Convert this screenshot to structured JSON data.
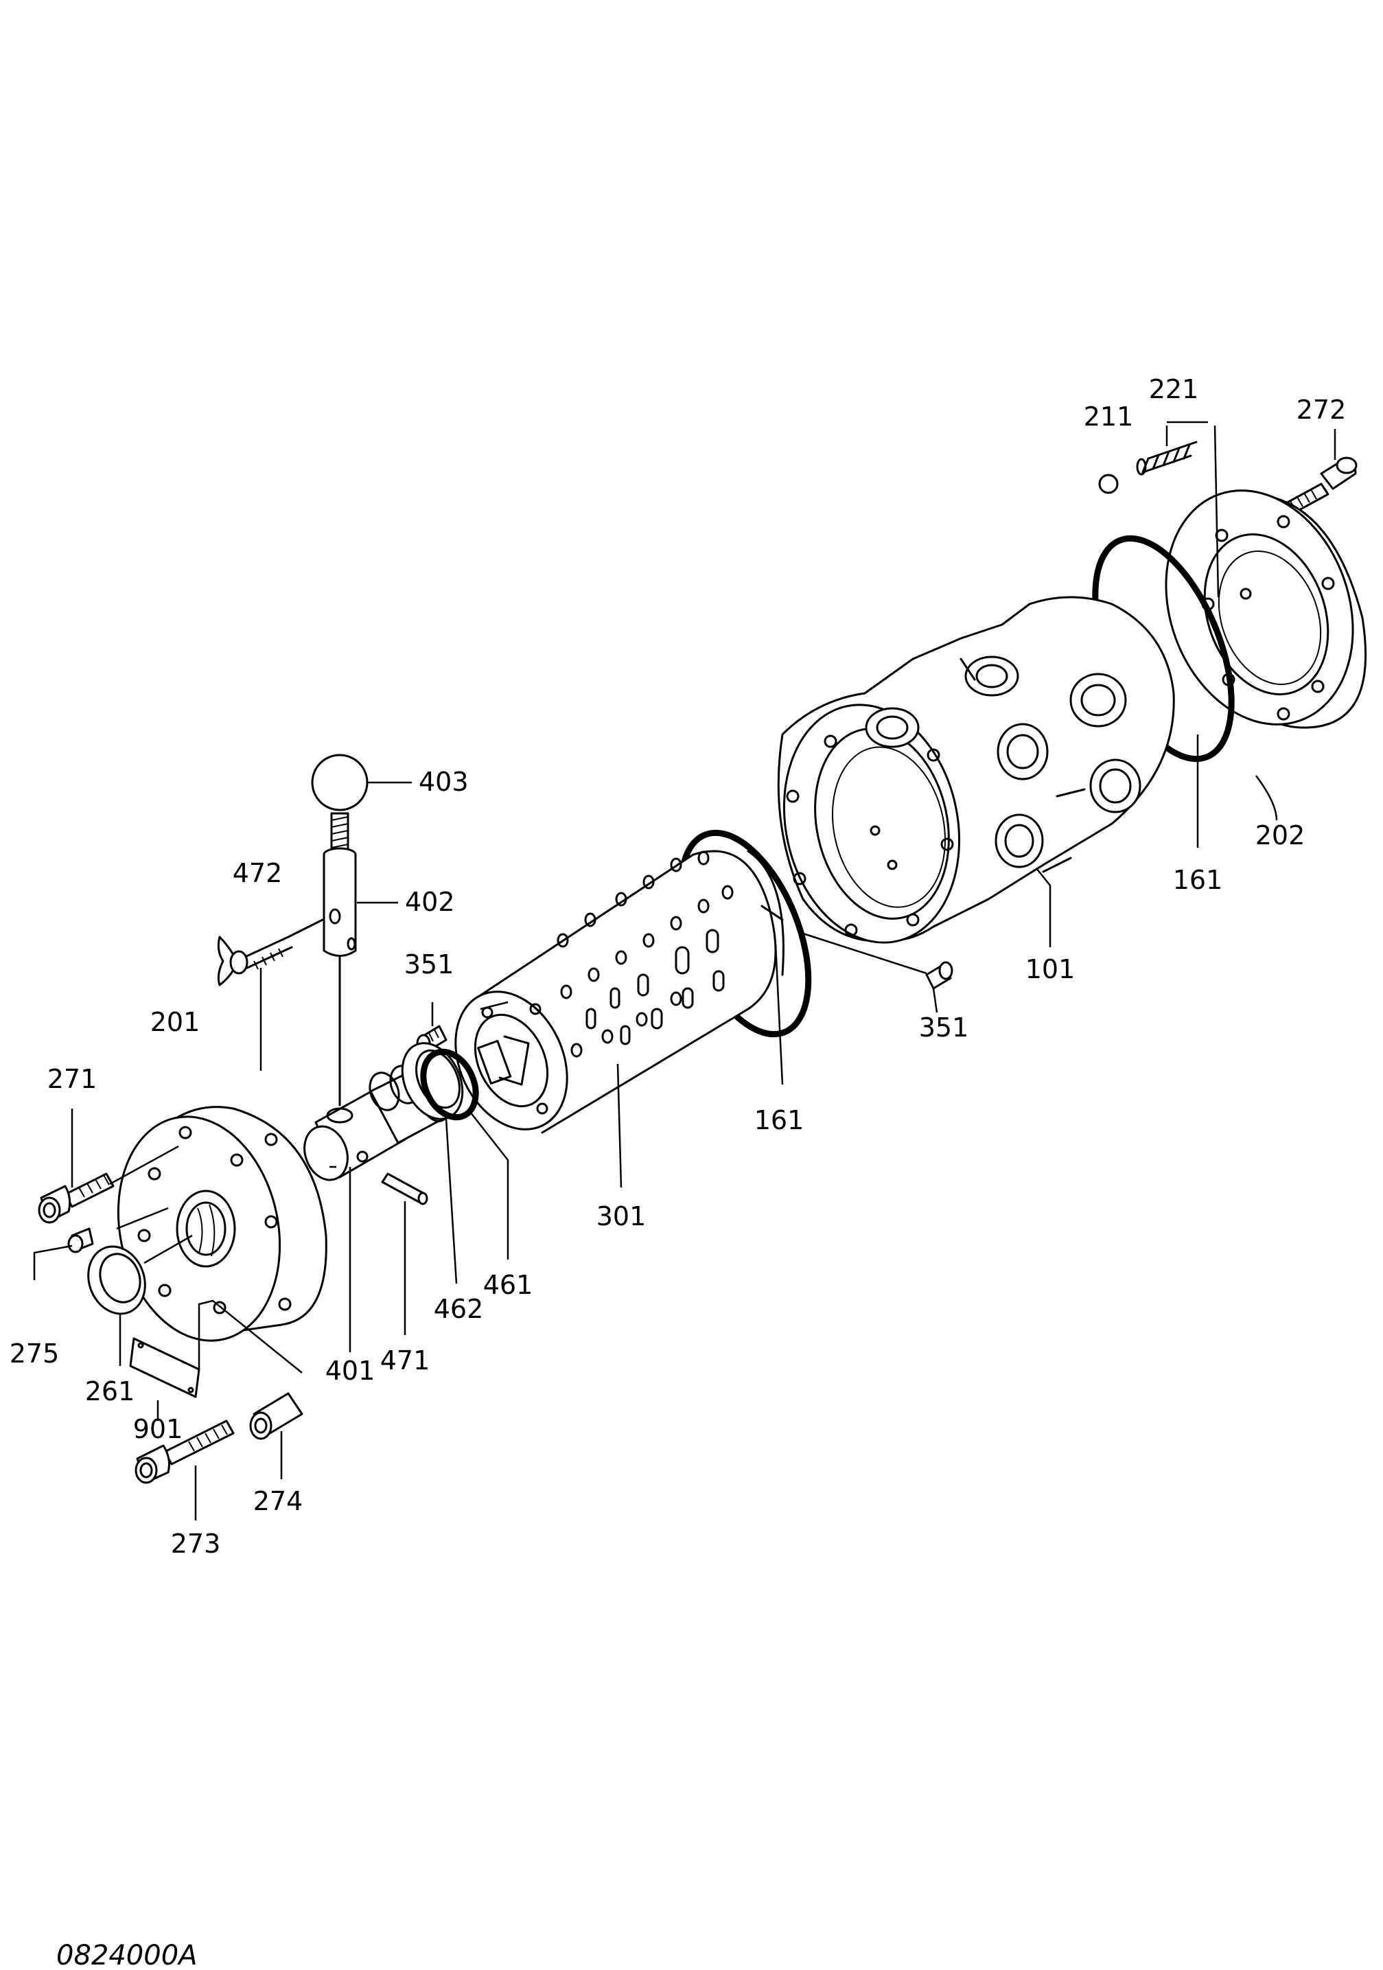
{
  "drawing": {
    "code": "0824000A",
    "parts": [
      {
        "id": "p211",
        "number": "211"
      },
      {
        "id": "p221",
        "number": "221"
      },
      {
        "id": "p272",
        "number": "272"
      },
      {
        "id": "p403",
        "number": "403"
      },
      {
        "id": "p202",
        "number": "202"
      },
      {
        "id": "p161a",
        "number": "161"
      },
      {
        "id": "p472",
        "number": "472"
      },
      {
        "id": "p402",
        "number": "402"
      },
      {
        "id": "p101",
        "number": "101"
      },
      {
        "id": "p351a",
        "number": "351"
      },
      {
        "id": "p351b",
        "number": "351"
      },
      {
        "id": "p201",
        "number": "201"
      },
      {
        "id": "p161b",
        "number": "161"
      },
      {
        "id": "p271",
        "number": "271"
      },
      {
        "id": "p301",
        "number": "301"
      },
      {
        "id": "p461",
        "number": "461"
      },
      {
        "id": "p462",
        "number": "462"
      },
      {
        "id": "p275",
        "number": "275"
      },
      {
        "id": "p471",
        "number": "471"
      },
      {
        "id": "p261",
        "number": "261"
      },
      {
        "id": "p401",
        "number": "401"
      },
      {
        "id": "p901",
        "number": "901"
      },
      {
        "id": "p274",
        "number": "274"
      },
      {
        "id": "p273",
        "number": "273"
      }
    ]
  }
}
